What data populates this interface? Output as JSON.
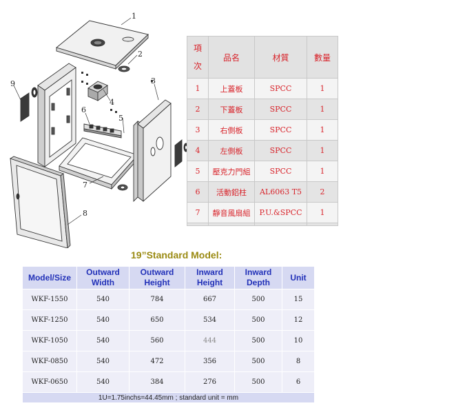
{
  "drawing": {
    "callouts": [
      "1",
      "2",
      "3",
      "4",
      "5",
      "6",
      "7",
      "8",
      "9"
    ]
  },
  "parts_table": {
    "headers": {
      "num": "項\n次",
      "name": "品名",
      "material": "材質",
      "qty": "數量"
    },
    "rows": [
      {
        "num": "1",
        "name": "上蓋板",
        "material": "SPCC",
        "qty": "1"
      },
      {
        "num": "2",
        "name": "下蓋板",
        "material": "SPCC",
        "qty": "1"
      },
      {
        "num": "3",
        "name": "右側板",
        "material": "SPCC",
        "qty": "1"
      },
      {
        "num": "4",
        "name": "左側板",
        "material": "SPCC",
        "qty": "1"
      },
      {
        "num": "5",
        "name": "壓克力門組",
        "material": "SPCC",
        "qty": "1"
      },
      {
        "num": "6",
        "name": "活動鋁柱",
        "material": "AL6063 T5",
        "qty": "2"
      },
      {
        "num": "7",
        "name": "靜音風扇組",
        "material": "P.U.&SPCC",
        "qty": "1"
      }
    ]
  },
  "standard_model": {
    "title": "19”Standard Model:",
    "headers": {
      "model": "Model/Size",
      "outward_width": "Outward Width",
      "outward_height": "Outward Height",
      "inward_height": "Inward Height",
      "inward_depth": "Inward Depth",
      "unit": "Unit"
    },
    "rows": [
      {
        "model": "WKF-1550",
        "outward_width": "540",
        "outward_height": "784",
        "inward_height": "667",
        "inward_depth": "500",
        "unit": "15"
      },
      {
        "model": "WKF-1250",
        "outward_width": "540",
        "outward_height": "650",
        "inward_height": "534",
        "inward_depth": "500",
        "unit": "12"
      },
      {
        "model": "WKF-1050",
        "outward_width": "540",
        "outward_height": "560",
        "inward_height": "444",
        "inward_depth": "500",
        "unit": "10"
      },
      {
        "model": "WKF-0850",
        "outward_width": "540",
        "outward_height": "472",
        "inward_height": "356",
        "inward_depth": "500",
        "unit": "8"
      },
      {
        "model": "WKF-0650",
        "outward_width": "540",
        "outward_height": "384",
        "inward_height": "276",
        "inward_depth": "500",
        "unit": "6"
      }
    ],
    "footnote": "1U=1.75inchs=44.45mm ; standard unit = mm"
  }
}
